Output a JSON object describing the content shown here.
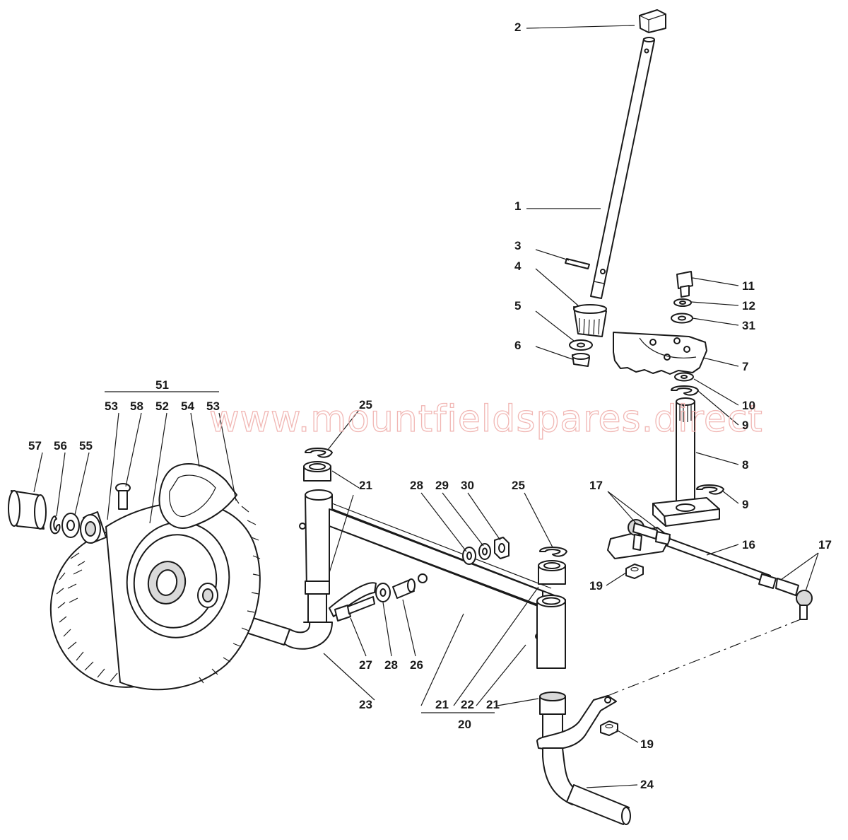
{
  "watermark": "www.mountfieldspares.direct",
  "labels": {
    "p1": "1",
    "p2": "2",
    "p3": "3",
    "p4": "4",
    "p5": "5",
    "p6": "6",
    "p7": "7",
    "p8": "8",
    "p9a": "9",
    "p9b": "9",
    "p10": "10",
    "p11": "11",
    "p12": "12",
    "p31": "31",
    "p16": "16",
    "p17a": "17",
    "p17b": "17",
    "p19a": "19",
    "p19b": "19",
    "p20": "20",
    "p21a": "21",
    "p21b": "21",
    "p21c": "21",
    "p22": "22",
    "p23": "23",
    "p24": "24",
    "p25a": "25",
    "p25b": "25",
    "p26": "26",
    "p27": "27",
    "p28a": "28",
    "p28b": "28",
    "p29": "29",
    "p30": "30",
    "p51": "51",
    "p52": "52",
    "p53a": "53",
    "p53b": "53",
    "p54": "54",
    "p55": "55",
    "p56": "56",
    "p57": "57",
    "p58": "58"
  }
}
